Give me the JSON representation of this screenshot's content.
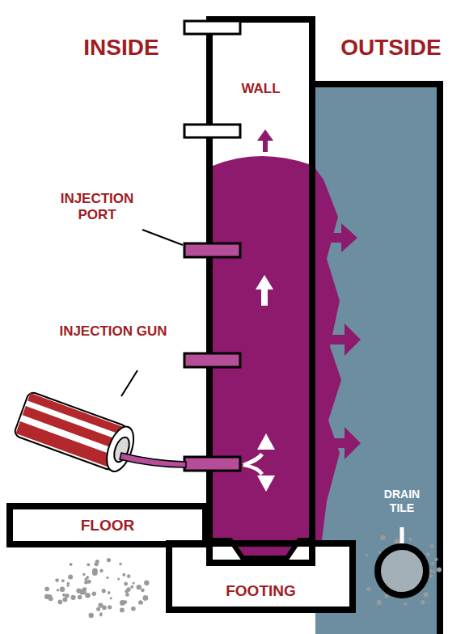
{
  "diagram": {
    "nodes": [
      {
        "text": [
          "WALL"
        ]
      },
      {
        "text": [
          "FLOOR"
        ]
      },
      {
        "text": [
          "FOOTING"
        ]
      }
    ],
    "labels": [
      "INSIDE",
      "OUTSIDE",
      "INJECTION PORT",
      "INJECTION GUN",
      "DRAIN TILE"
    ]
  }
}
